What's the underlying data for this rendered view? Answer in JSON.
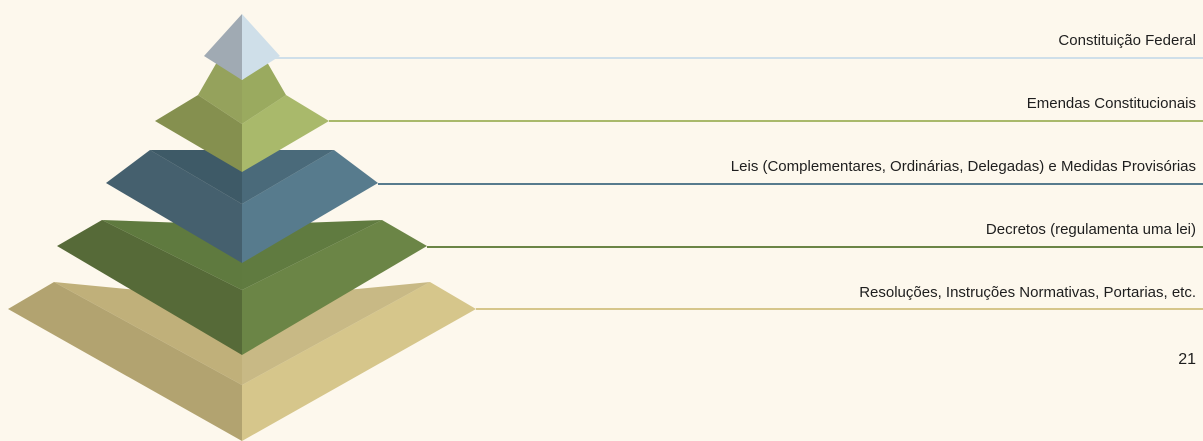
{
  "diagram": {
    "levels": [
      {
        "label": "Constituição Federal",
        "color_light": "#cfdfe9",
        "color_dark": "#a0aab3",
        "line_color": "#cfdfe9"
      },
      {
        "label": "Emendas Constitucionais",
        "color_light": "#a9b96b",
        "color_dark": "#85904f",
        "line_color": "#a9b96b"
      },
      {
        "label": "Leis (Complementares, Ordinárias, Delegadas) e Medidas Provisórias",
        "color_light": "#577b8d",
        "color_dark": "#45606e",
        "line_color": "#577b8d"
      },
      {
        "label": "Decretos (regulamenta uma lei)",
        "color_light": "#6b8546",
        "color_dark": "#566a38",
        "line_color": "#6b8546"
      },
      {
        "label": "Resoluções, Instruções Normativas, Portarias, etc.",
        "color_light": "#d6c68b",
        "color_dark": "#b2a370",
        "line_color": "#d6c68b"
      }
    ]
  },
  "page_number": "21",
  "background_color": "#fdf8ed"
}
